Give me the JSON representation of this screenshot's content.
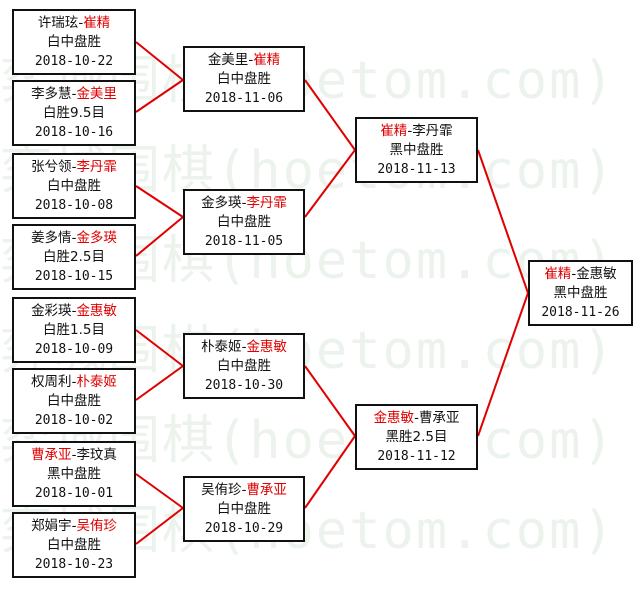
{
  "watermark": "弈城围棋(hoetom.com)",
  "matches": [
    {
      "id": "r1-1",
      "p1": "许瑞玹",
      "p2": "崔精",
      "winner": 2,
      "result": "白中盘胜",
      "date": "2018-10-22"
    },
    {
      "id": "r1-2",
      "p1": "李多慧",
      "p2": "金美里",
      "winner": 2,
      "result": "白胜9.5目",
      "date": "2018-10-16"
    },
    {
      "id": "r1-3",
      "p1": "张兮领",
      "p2": "李丹霏",
      "winner": 2,
      "result": "白中盘胜",
      "date": "2018-10-08"
    },
    {
      "id": "r1-4",
      "p1": "姜多情",
      "p2": "金多瑛",
      "winner": 2,
      "result": "白胜2.5目",
      "date": "2018-10-15"
    },
    {
      "id": "r1-5",
      "p1": "金彩瑛",
      "p2": "金惠敏",
      "winner": 2,
      "result": "白胜1.5目",
      "date": "2018-10-09"
    },
    {
      "id": "r1-6",
      "p1": "权周利",
      "p2": "朴泰姬",
      "winner": 2,
      "result": "白中盘胜",
      "date": "2018-10-02"
    },
    {
      "id": "r1-7",
      "p1": "曹承亚",
      "p2": "李玟真",
      "winner": 1,
      "result": "黑中盘胜",
      "date": "2018-10-01"
    },
    {
      "id": "r1-8",
      "p1": "郑娟宇",
      "p2": "吴侑珍",
      "winner": 2,
      "result": "白中盘胜",
      "date": "2018-10-23"
    },
    {
      "id": "r2-1",
      "p1": "金美里",
      "p2": "崔精",
      "winner": 2,
      "result": "白中盘胜",
      "date": "2018-11-06"
    },
    {
      "id": "r2-2",
      "p1": "金多瑛",
      "p2": "李丹霏",
      "winner": 2,
      "result": "白中盘胜",
      "date": "2018-11-05"
    },
    {
      "id": "r2-3",
      "p1": "朴泰姬",
      "p2": "金惠敏",
      "winner": 2,
      "result": "白中盘胜",
      "date": "2018-10-30"
    },
    {
      "id": "r2-4",
      "p1": "吴侑珍",
      "p2": "曹承亚",
      "winner": 2,
      "result": "白中盘胜",
      "date": "2018-10-29"
    },
    {
      "id": "r3-1",
      "p1": "崔精",
      "p2": "李丹霏",
      "winner": 1,
      "result": "黑中盘胜",
      "date": "2018-11-13"
    },
    {
      "id": "r3-2",
      "p1": "金惠敏",
      "p2": "曹承亚",
      "winner": 1,
      "result": "黑胜2.5目",
      "date": "2018-11-12"
    },
    {
      "id": "r4-1",
      "p1": "崔精",
      "p2": "金惠敏",
      "winner": 1,
      "result": "黑中盘胜",
      "date": "2018-11-26"
    }
  ],
  "colors": {
    "winner": "#e00000",
    "text": "#111111",
    "border": "#111111",
    "connector": "#e00000"
  }
}
